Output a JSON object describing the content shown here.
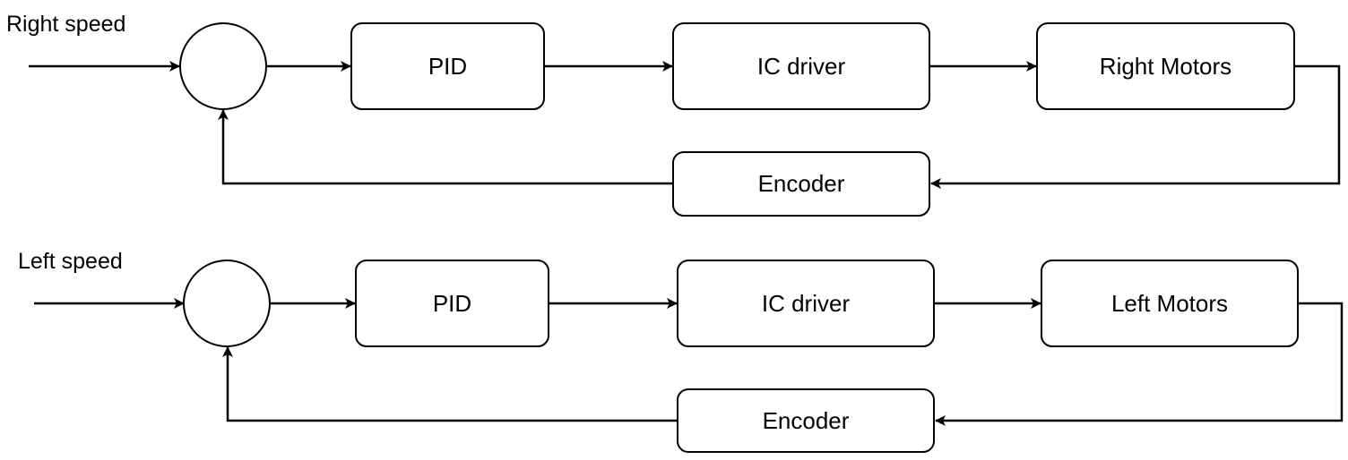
{
  "loops": [
    {
      "input_label": "Right speed",
      "pid_label": "PID",
      "driver_label": "IC driver",
      "motors_label": "Right Motors",
      "encoder_label": "Encoder"
    },
    {
      "input_label": "Left speed",
      "pid_label": "PID",
      "driver_label": "IC driver",
      "motors_label": "Left Motors",
      "encoder_label": "Encoder"
    }
  ]
}
